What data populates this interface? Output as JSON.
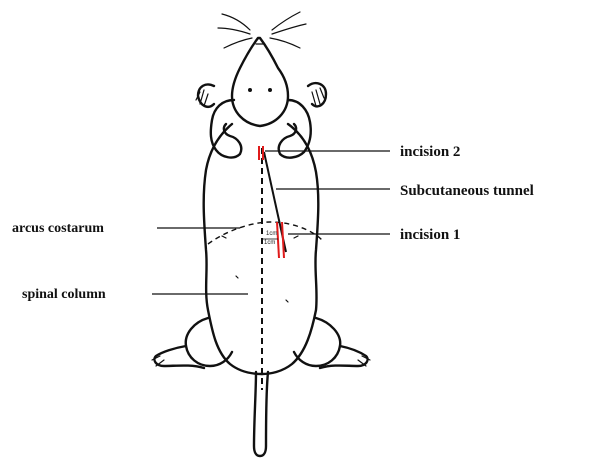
{
  "labels": {
    "incision2": "incision 2",
    "subcutaneous_tunnel": "Subcutaneous tunnel",
    "incision1": "incision 1",
    "arcus_costarum": "arcus costarum",
    "spinal_column": "spinal column"
  },
  "measurements": {
    "upper": "1cm",
    "lower": "1cm"
  },
  "colors": {
    "incision": "#e01b1b",
    "outline": "#111111"
  }
}
